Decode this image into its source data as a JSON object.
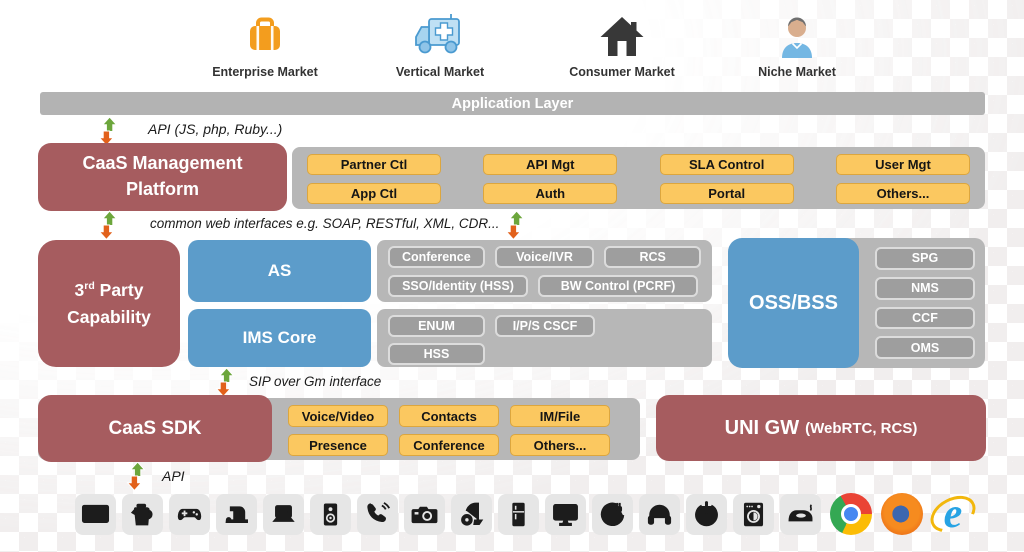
{
  "markets": [
    {
      "label": "Enterprise Market",
      "icon": "briefcase-icon"
    },
    {
      "label": "Vertical Market",
      "icon": "ambulance-icon"
    },
    {
      "label": "Consumer Market",
      "icon": "house-icon"
    },
    {
      "label": "Niche Market",
      "icon": "person-icon"
    }
  ],
  "application_layer": {
    "label": "Application Layer"
  },
  "annotations": {
    "api_top": "API (JS, php, Ruby...)",
    "web_interfaces": "common web interfaces e.g. SOAP, RESTful, XML, CDR...",
    "sip": "SIP over Gm interface",
    "api_bottom": "API"
  },
  "management": {
    "line1": "CaaS Management",
    "line2": "Platform",
    "columns": [
      [
        "Partner Ctl",
        "App Ctl"
      ],
      [
        "API Mgt",
        "Auth"
      ],
      [
        "SLA Control",
        "Portal"
      ],
      [
        "User Mgt",
        "Others..."
      ]
    ]
  },
  "third_party": {
    "num": "3",
    "sup": "rd",
    "word": "Party",
    "line2": "Capability"
  },
  "as_block": {
    "title": "AS",
    "row1": [
      "Conference",
      "Voice/IVR",
      "RCS"
    ],
    "row2": [
      "SSO/Identity (HSS)",
      "BW Control (PCRF)"
    ]
  },
  "ims_block": {
    "title": "IMS Core",
    "row1": [
      "ENUM",
      "I/P/S CSCF"
    ],
    "row2": [
      "HSS"
    ]
  },
  "oss_bss": {
    "title": "OSS/BSS",
    "boxes": [
      "SPG",
      "NMS",
      "CCF",
      "OMS"
    ]
  },
  "sdk": {
    "title": "CaaS SDK",
    "columns": [
      [
        "Voice/Video",
        "Presence"
      ],
      [
        "Contacts",
        "Conference"
      ],
      [
        "IM/File",
        "Others..."
      ]
    ]
  },
  "uni_gw": {
    "title": "UNI GW",
    "subtitle": "(WebRTC, RCS)"
  },
  "devices": [
    "microwave",
    "kettle",
    "game-controller",
    "sewing-machine",
    "laptop",
    "speaker",
    "phone",
    "camera",
    "vacuum-cleaner",
    "refrigerator",
    "monitor",
    "power-plug",
    "headphones",
    "power-button",
    "washing-machine",
    "iron"
  ],
  "browsers": [
    "chrome",
    "firefox",
    "internet-explorer"
  ],
  "colors": {
    "maroon": "#A65C5F",
    "blue": "#5C9CCA",
    "container_gray": "#B7B7B7",
    "module_gray": "#9E9E9E",
    "yellow": "#FBC860",
    "yellow_border": "#DCA63E",
    "arrow_green": "#6CA63C",
    "arrow_orange": "#E2611B"
  }
}
